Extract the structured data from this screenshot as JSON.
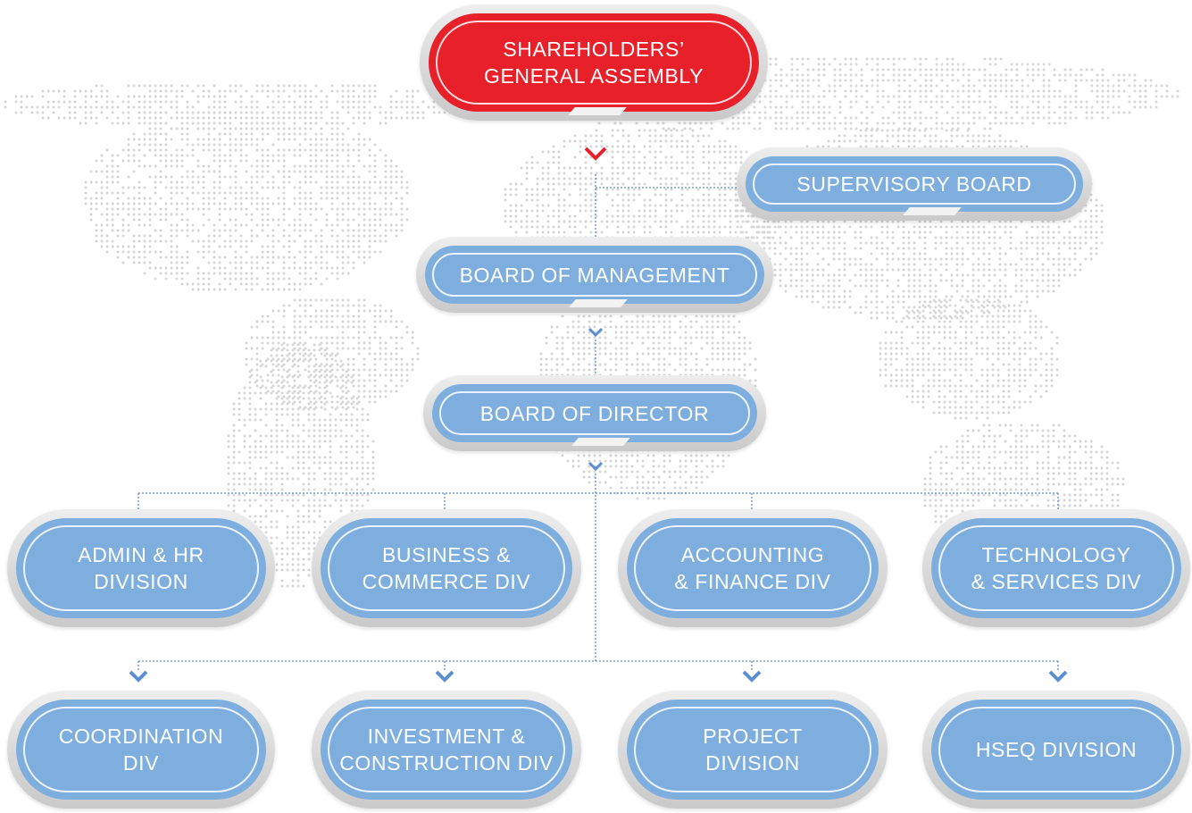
{
  "nodes": {
    "shareholders": "SHAREHOLDERS’\nGENERAL ASSEMBLY",
    "supervisory": "SUPERVISORY BOARD",
    "management": "BOARD OF MANAGEMENT",
    "director": "BOARD OF DIRECTOR",
    "admin_hr": "ADMIN & HR\nDIVISION",
    "business": "BUSINESS &\nCOMMERCE DIV",
    "accounting": "ACCOUNTING\n& FINANCE DIV",
    "technology": "TECHNOLOGY\n& SERVICES DIV",
    "coordination": "COORDINATION\nDIV",
    "investment": "INVESTMENT &\nCONSTRUCTION DIV",
    "project": "PROJECT\nDIVISION",
    "hseq": "HSEQ DIVISION"
  },
  "colors": {
    "node_blue": "#7eaede",
    "node_red": "#e8202a",
    "connector": "#5b8fd0",
    "map_dots": "#d6d6d6"
  }
}
